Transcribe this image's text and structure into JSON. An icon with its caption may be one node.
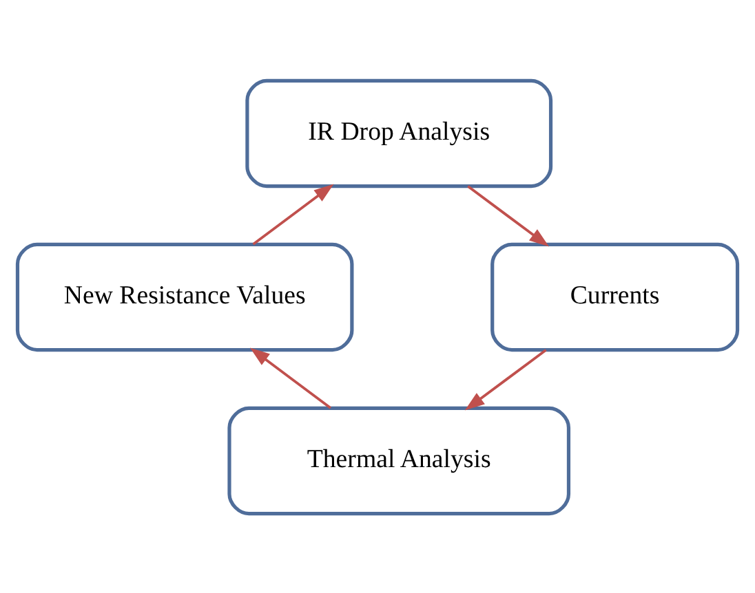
{
  "diagram": {
    "nodes": [
      {
        "text": [
          "IR Drop Analysis"
        ]
      },
      {
        "text": [
          "Currents"
        ]
      },
      {
        "text": [
          "Thermal Analysis"
        ]
      },
      {
        "text": [
          "New Resistance Values"
        ]
      }
    ],
    "edges": [
      {
        "from": 0,
        "to": 1,
        "arrow": "to"
      },
      {
        "from": 1,
        "to": 2,
        "arrow": "to"
      },
      {
        "from": 2,
        "to": 3,
        "arrow": "to"
      },
      {
        "from": 3,
        "to": 0,
        "arrow": "to"
      }
    ]
  }
}
